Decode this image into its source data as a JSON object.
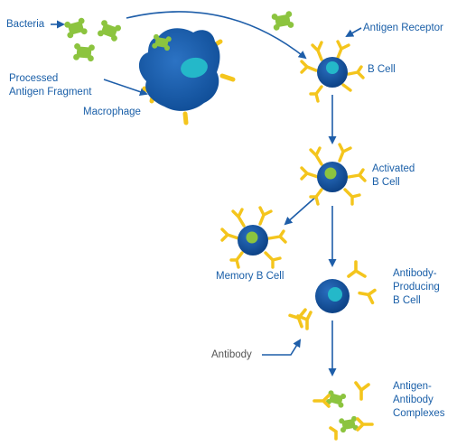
{
  "colors": {
    "cell_dark": "#0d4a93",
    "cell_light": "#1f63b6",
    "nucleus": "#24b8c9",
    "antigen_green": "#8cc43f",
    "receptor_yellow": "#f4c51d",
    "arrow_blue": "#1e5ea9",
    "label_blue": "#1a5fa8",
    "label_gray": "#555555"
  },
  "labels": {
    "bacteria": "Bacteria",
    "processed_line1": "Processed",
    "processed_line2": "Antigen Fragment",
    "macrophage": "Macrophage",
    "antigen_receptor": "Antigen Receptor",
    "b_cell": "B Cell",
    "activated_line1": "Activated",
    "activated_line2": "B Cell",
    "memory_b_cell": "Memory B Cell",
    "producing_line1": "Antibody-",
    "producing_line2": "Producing",
    "producing_line3": "B Cell",
    "antibody": "Antibody",
    "complexes_line1": "Antigen-",
    "complexes_line2": "Antibody",
    "complexes_line3": "Complexes"
  },
  "icons": [
    "bacteria-icon",
    "macrophage-icon",
    "b-cell-icon",
    "activated-b-cell-icon",
    "memory-b-cell-icon",
    "antibody-producing-b-cell-icon",
    "antibody-icon",
    "antigen-antibody-complex-icon"
  ]
}
